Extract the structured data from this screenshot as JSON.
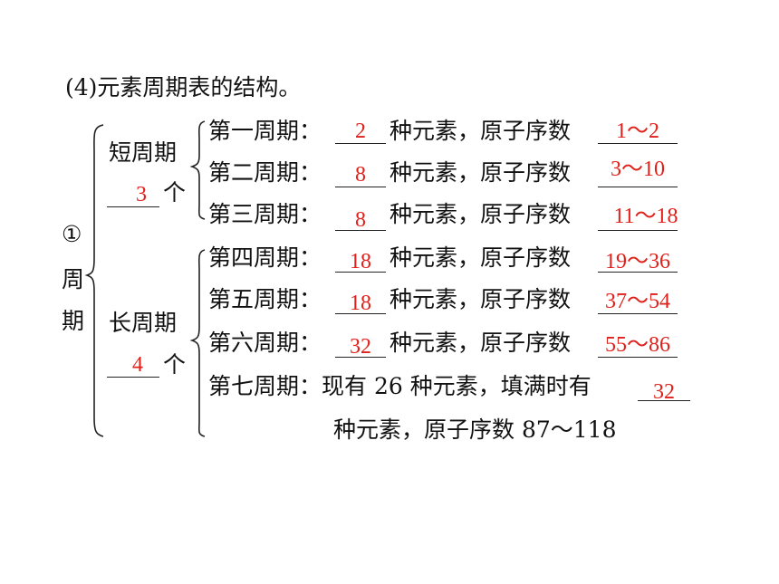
{
  "heading": "(4)元素周期表的结构。",
  "group": {
    "number": "①",
    "chars": [
      "周",
      "期"
    ]
  },
  "short_period": {
    "label": "短周期",
    "count_suffix": "个",
    "count_answer": "3"
  },
  "long_period": {
    "label": "长周期",
    "count_suffix": "个",
    "count_answer": "4"
  },
  "rows": [
    {
      "prefix": "第一周期：",
      "mid": "种元素，原子序数",
      "count": "2",
      "range": "1～2"
    },
    {
      "prefix": "第二周期：",
      "mid": "种元素，原子序数",
      "count": "8",
      "range": "3～10"
    },
    {
      "prefix": "第三周期：",
      "mid": "种元素，原子序数",
      "count": "8",
      "range": "11～18"
    },
    {
      "prefix": "第四周期：",
      "mid": "种元素，原子序数",
      "count": "18",
      "range": "19～36"
    },
    {
      "prefix": "第五周期：",
      "mid": "种元素，原子序数",
      "count": "18",
      "range": "37～54"
    },
    {
      "prefix": "第六周期：",
      "mid": "种元素，原子序数",
      "count": "32",
      "range": "55～86"
    }
  ],
  "seventh": {
    "line1": "第七周期：现有 26 种元素，填满时有",
    "answer": "32",
    "line2": "种元素，原子序数 87～118"
  }
}
